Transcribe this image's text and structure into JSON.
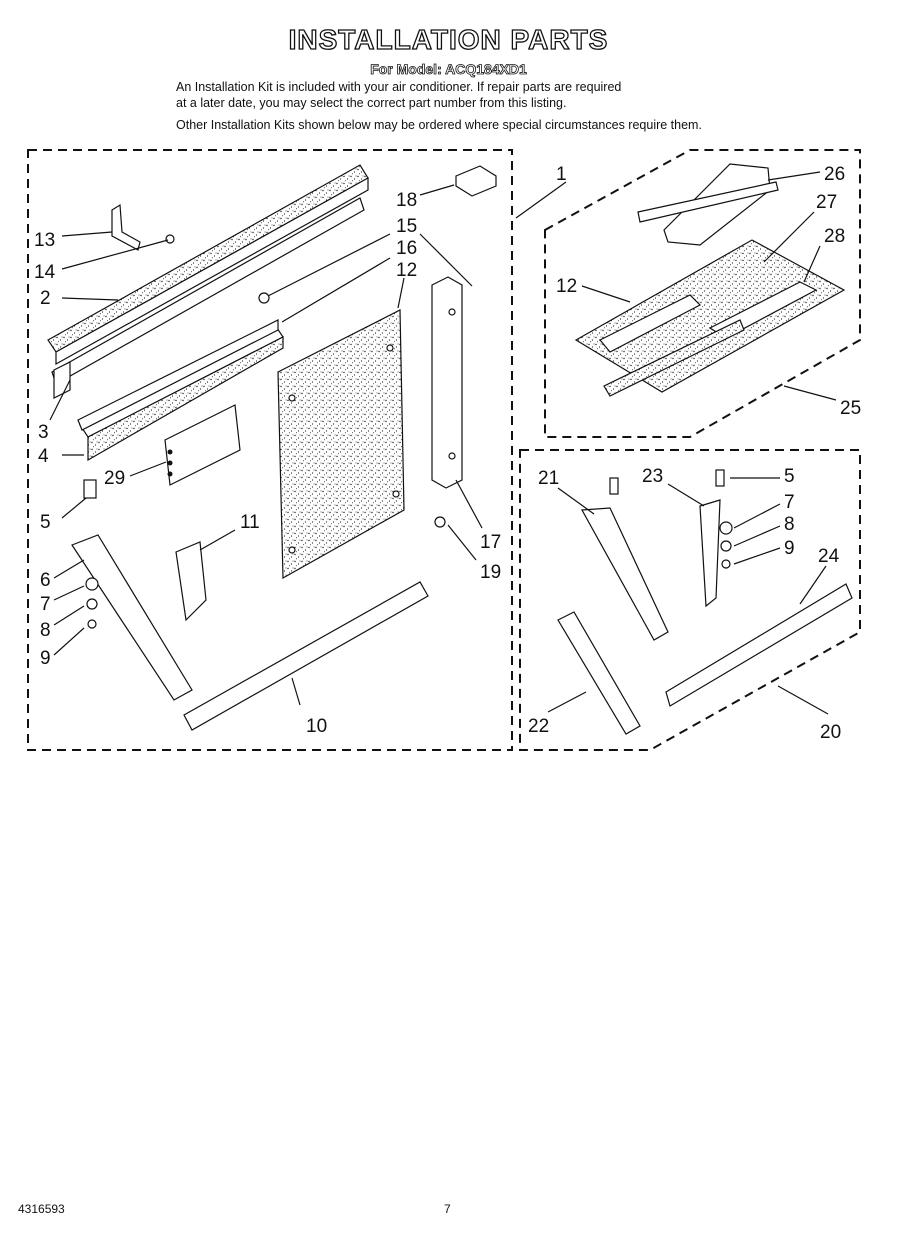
{
  "header": {
    "title": "INSTALLATION PARTS",
    "model": "For Model: ACQ184XD1"
  },
  "intro": {
    "line1": "An Installation Kit is included with your air conditioner. If repair parts are required",
    "line2": "at a later date, you may select the correct part number from this listing.",
    "line3": "Other Installation Kits shown below may be ordered where special circumstances require them."
  },
  "callouts": {
    "main_kit": [
      "1",
      "2",
      "3",
      "4",
      "5",
      "6",
      "7",
      "8",
      "9",
      "10",
      "11",
      "12",
      "13",
      "14",
      "15",
      "16",
      "17",
      "18",
      "19",
      "29"
    ],
    "foam_kit": [
      "12",
      "25",
      "26",
      "27",
      "28"
    ],
    "bracket_kit": [
      "5",
      "7",
      "8",
      "9",
      "20",
      "21",
      "22",
      "23",
      "24"
    ]
  },
  "footer": {
    "doc_number": "4316593",
    "page_number": "7"
  }
}
